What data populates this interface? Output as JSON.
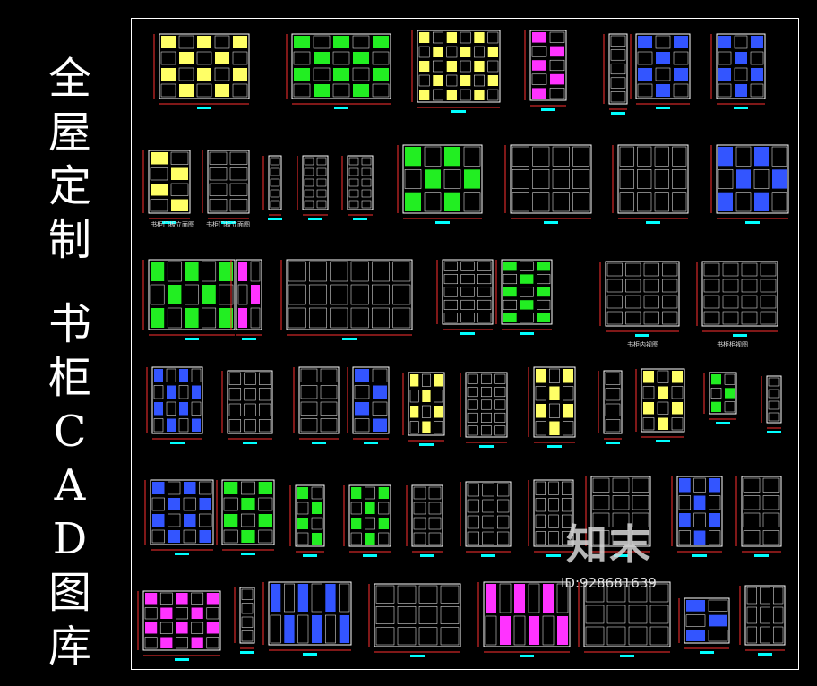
{
  "title_chars": [
    "全",
    "屋",
    "定",
    "制",
    "书",
    "柜",
    "C",
    "A",
    "D",
    "图",
    "库"
  ],
  "watermark": {
    "logo": "知末",
    "id": "ID:928681639"
  },
  "captions": [
    "书柜门板立面图",
    "书柜门板立面图",
    "书柜内视图",
    "书柜柜视图"
  ],
  "colors": {
    "background": "#000000",
    "frame": "#ffffff",
    "line": "#ffffff",
    "dim": "#ff3030",
    "accent": "#00ffff",
    "fill_yellow": "#ffff66",
    "fill_green": "#22ee22",
    "fill_blue": "#3355ff",
    "fill_magenta": "#ff33ff"
  }
}
